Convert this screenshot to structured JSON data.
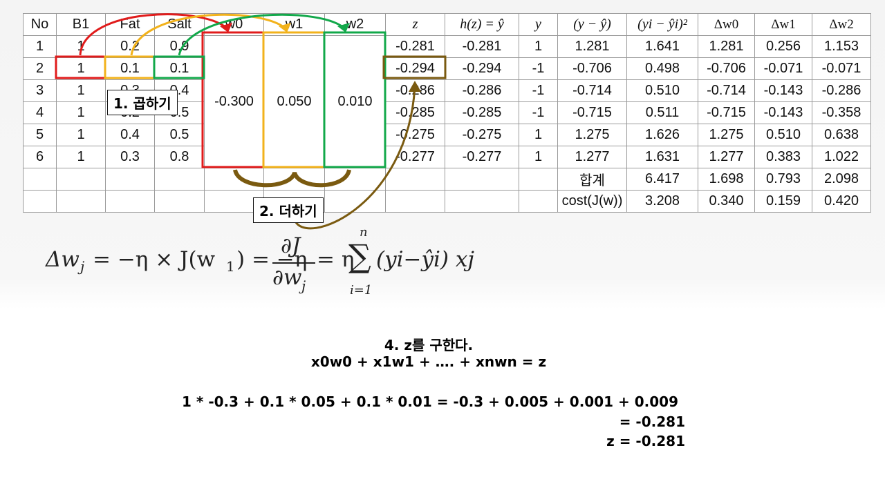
{
  "table": {
    "headers": [
      "No",
      "B1",
      "Fat",
      "Salt",
      "w0",
      "w1",
      "w2",
      "z",
      "h(z) = ŷ",
      "y",
      "(y − ŷ)",
      "(yi − ŷi)²",
      "Δw0",
      "Δw1",
      "Δw2"
    ],
    "rows": [
      [
        "1",
        "1",
        "0.2",
        "0.9",
        "-0.281",
        "-0.281",
        "1",
        "1.281",
        "1.641",
        "1.281",
        "0.256",
        "1.153"
      ],
      [
        "2",
        "1",
        "0.1",
        "0.1",
        "-0.294",
        "-0.294",
        "-1",
        "-0.706",
        "0.498",
        "-0.706",
        "-0.071",
        "-0.071"
      ],
      [
        "3",
        "1",
        "0.3",
        "0.4",
        "-0.286",
        "-0.286",
        "-1",
        "-0.714",
        "0.510",
        "-0.714",
        "-0.143",
        "-0.286"
      ],
      [
        "4",
        "1",
        "0.2",
        "0.5",
        "-0.285",
        "-0.285",
        "-1",
        "-0.715",
        "0.511",
        "-0.715",
        "-0.143",
        "-0.358"
      ],
      [
        "5",
        "1",
        "0.4",
        "0.5",
        "-0.275",
        "-0.275",
        "1",
        "1.275",
        "1.626",
        "1.275",
        "0.510",
        "0.638"
      ],
      [
        "6",
        "1",
        "0.3",
        "0.8",
        "-0.277",
        "-0.277",
        "1",
        "1.277",
        "1.631",
        "1.277",
        "0.383",
        "1.022"
      ]
    ],
    "weights": [
      "-0.300",
      "0.050",
      "0.010"
    ],
    "sum_row": {
      "label": "합계",
      "values": [
        "6.417",
        "1.698",
        "0.793",
        "2.098"
      ]
    },
    "cost_row": {
      "label": "cost(J(w))",
      "values": [
        "3.208",
        "0.340",
        "0.159",
        "0.420"
      ]
    }
  },
  "annotations": {
    "step1": "1. 곱하기",
    "step2": "2. 더하기"
  },
  "formula": {
    "lhs": "Δw",
    "lhs_sub": "j",
    "part1": "= −η × J(w",
    "part1_sub": "1",
    "part1_end": ") = −η",
    "frac_num": "∂J",
    "frac_den": "∂w",
    "frac_den_sub": "j",
    "part2": "= η",
    "sum_symbol": "∑",
    "sum_upper": "n",
    "sum_lower": "i=1",
    "summand": "(yi−ŷi) xj"
  },
  "calculation": {
    "heading": "4. z를 구한다.",
    "general": "x0w0 + x1w1 + …. + xnwn = z",
    "step": "1 * -0.3 + 0.1 * 0.05 + 0.1 * 0.01 = -0.3 + 0.005 + 0.001 + 0.009",
    "result": "= -0.281",
    "final": "z = -0.281"
  },
  "colors": {
    "red": "#e01b1b",
    "yellow": "#f2b21b",
    "green": "#12a84a",
    "brown": "#7a5a10"
  }
}
